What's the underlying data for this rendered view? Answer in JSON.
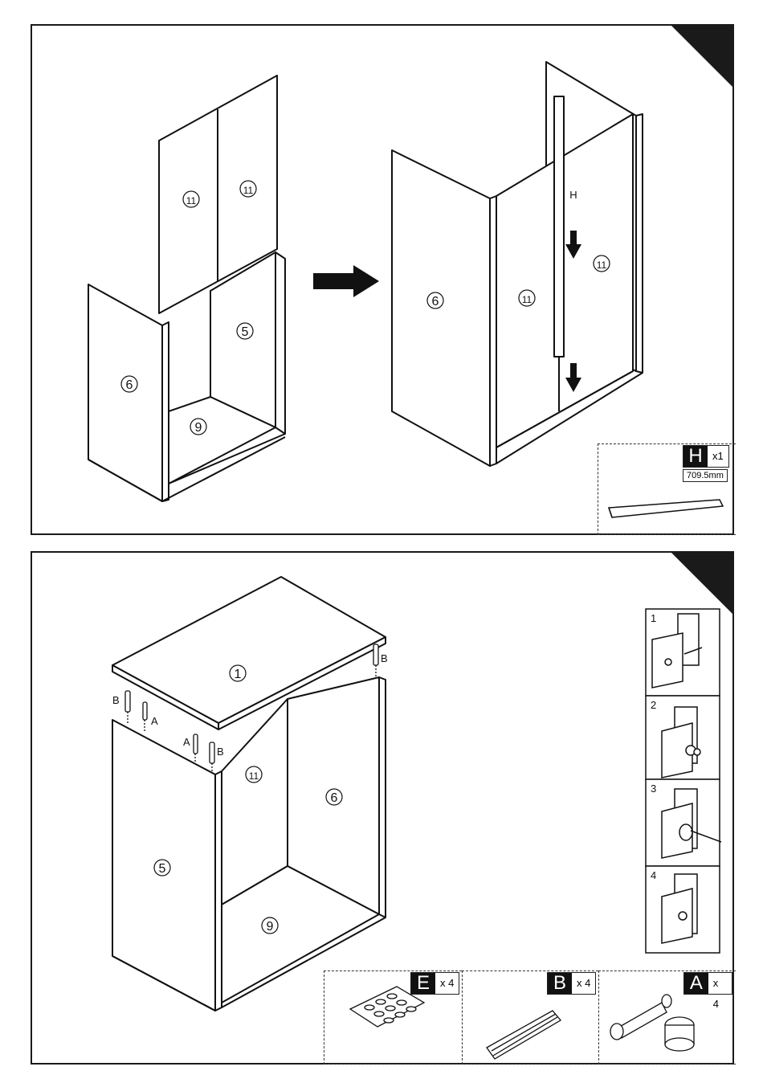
{
  "step1": {
    "parts_before": [
      "11",
      "11",
      "6",
      "5",
      "9"
    ],
    "parts_after": [
      "6",
      "11",
      "11"
    ],
    "slider_label": "H",
    "hardware": {
      "letter": "H",
      "qty": "x1",
      "size": "709.5mm"
    }
  },
  "step2": {
    "parts": [
      "1",
      "11",
      "6",
      "5",
      "9"
    ],
    "dowel_labels": [
      "B",
      "A",
      "A",
      "B",
      "B"
    ],
    "detail_steps": [
      "1",
      "2",
      "3",
      "4"
    ],
    "hardware": [
      {
        "letter": "E",
        "qty": "x 4",
        "icon": "adhesive-pads-icon"
      },
      {
        "letter": "B",
        "qty": "x 4",
        "icon": "wooden-dowel-icon"
      },
      {
        "letter": "A",
        "qty": "x 4",
        "icon": "cam-lock-fitting-icon"
      }
    ]
  }
}
